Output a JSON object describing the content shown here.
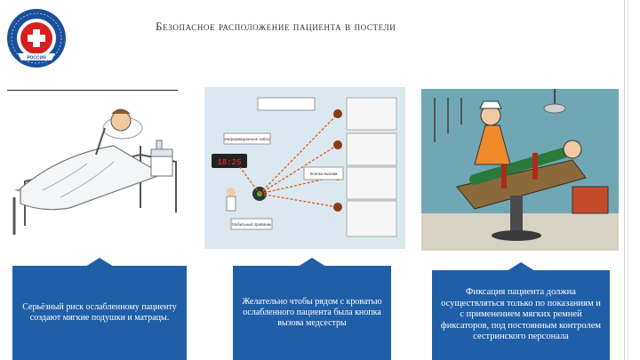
{
  "slide": {
    "title": "Безопасное расположение пациента в постели",
    "logo": {
      "text_top": "Ассоциация медицинских сестер",
      "text_bottom": "Россия",
      "icon": "red-cross-icon"
    }
  },
  "illustrations": {
    "left": {
      "icon": "patient-in-bed-illustration"
    },
    "center": {
      "icon": "nurse-call-system-diagram",
      "clock_text": "18:25",
      "labels": [
        "Информационное табло",
        "Кнопка вызова",
        "Мобильный приёмник"
      ]
    },
    "right": {
      "icon": "patient-restraint-cartoon"
    }
  },
  "cards": [
    {
      "text": "Серьёзный риск ослабленному пациенту создают мягкие подушки и матрацы."
    },
    {
      "text": "Желательно чтобы рядом с кроватью ослабленного пациента была кнопка вызова медсестры"
    },
    {
      "text": "Фиксация пациента должна осуществляться только по показаниям и с применением мягких ремней фиксаторов, под постоянным контролем сестринского персонала"
    }
  ],
  "colors": {
    "card_bg": "#1f5fa8",
    "logo_blue": "#1a4f9c",
    "cross_red": "#d62020"
  }
}
